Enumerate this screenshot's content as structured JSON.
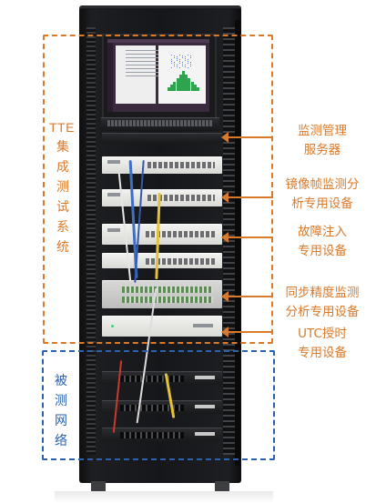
{
  "system_group": {
    "label_top": "TTE",
    "label_chars": [
      "集",
      "成",
      "测",
      "试",
      "系",
      "统"
    ]
  },
  "network_group": {
    "label_chars": [
      "被",
      "测",
      "网",
      "络"
    ]
  },
  "annotations": [
    {
      "lines": [
        "监测管理",
        "服务器"
      ]
    },
    {
      "lines": [
        "镜像帧监测分",
        "析专用设备"
      ]
    },
    {
      "lines": [
        "故障注入",
        "专用设备"
      ]
    },
    {
      "lines": [
        "同步精度监测",
        "分析专用设备"
      ]
    },
    {
      "lines": [
        "UTC授时",
        "专用设备"
      ]
    }
  ],
  "colors": {
    "system_group": "#d97a2b",
    "network_group": "#2b62b0",
    "cabinet": "#16171a"
  }
}
